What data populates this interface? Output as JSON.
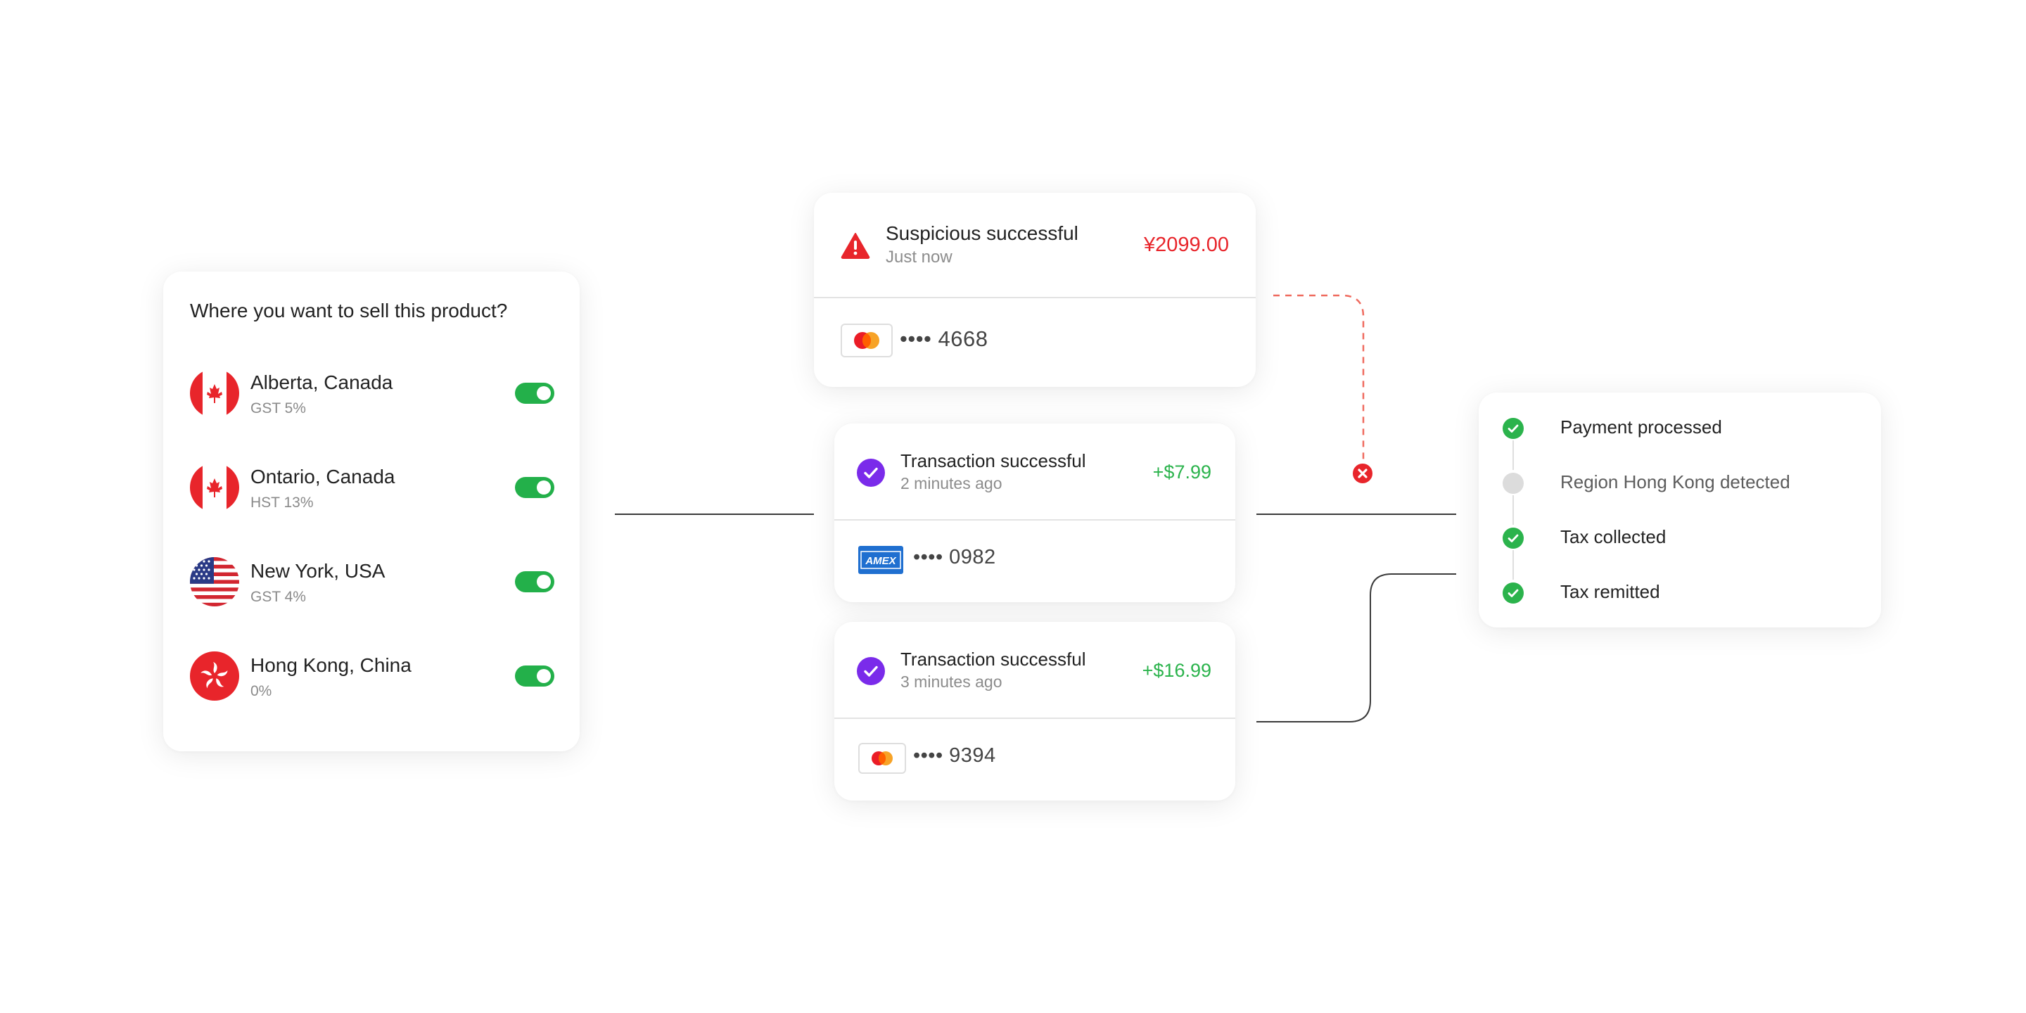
{
  "regions": {
    "title": "Where you want to sell this product?",
    "items": [
      {
        "name": "Alberta, Canada",
        "tax": "GST 5%",
        "flag": "canada-flag-icon",
        "enabled": true
      },
      {
        "name": "Ontario, Canada",
        "tax": "HST 13%",
        "flag": "canada-flag-icon",
        "enabled": true
      },
      {
        "name": "New York, USA",
        "tax": "GST 4%",
        "flag": "usa-flag-icon",
        "enabled": true
      },
      {
        "name": "Hong Kong, China",
        "tax": "0%",
        "flag": "hong-kong-flag-icon",
        "enabled": true
      }
    ]
  },
  "transactions": [
    {
      "title": "Suspicious successful",
      "time": "Just now",
      "amount": "¥2099.00",
      "status": "warning",
      "card_brand": "mastercard-icon",
      "card_masked": "•••• 4668",
      "amount_color": "#e8252b"
    },
    {
      "title": "Transaction successful",
      "time": "2 minutes ago",
      "amount": "+$7.99",
      "status": "success",
      "card_brand": "amex-icon",
      "card_masked": "•••• 0982",
      "amount_color": "#2bb34c"
    },
    {
      "title": "Transaction successful",
      "time": "3 minutes ago",
      "amount": "+$16.99",
      "status": "success",
      "card_brand": "mastercard-icon",
      "card_masked": "•••• 9394",
      "amount_color": "#2bb34c"
    }
  ],
  "steps": [
    {
      "label": "Payment processed",
      "state": "done"
    },
    {
      "label": "Region Hong Kong detected",
      "state": "pending"
    },
    {
      "label": "Tax collected",
      "state": "done"
    },
    {
      "label": "Tax remitted",
      "state": "done"
    }
  ],
  "colors": {
    "toggle_on": "#23b04a",
    "success": "#2bb34c",
    "warning": "#e8252b",
    "accent_purple": "#7a2bea",
    "amex_blue": "#1f6fd0"
  }
}
